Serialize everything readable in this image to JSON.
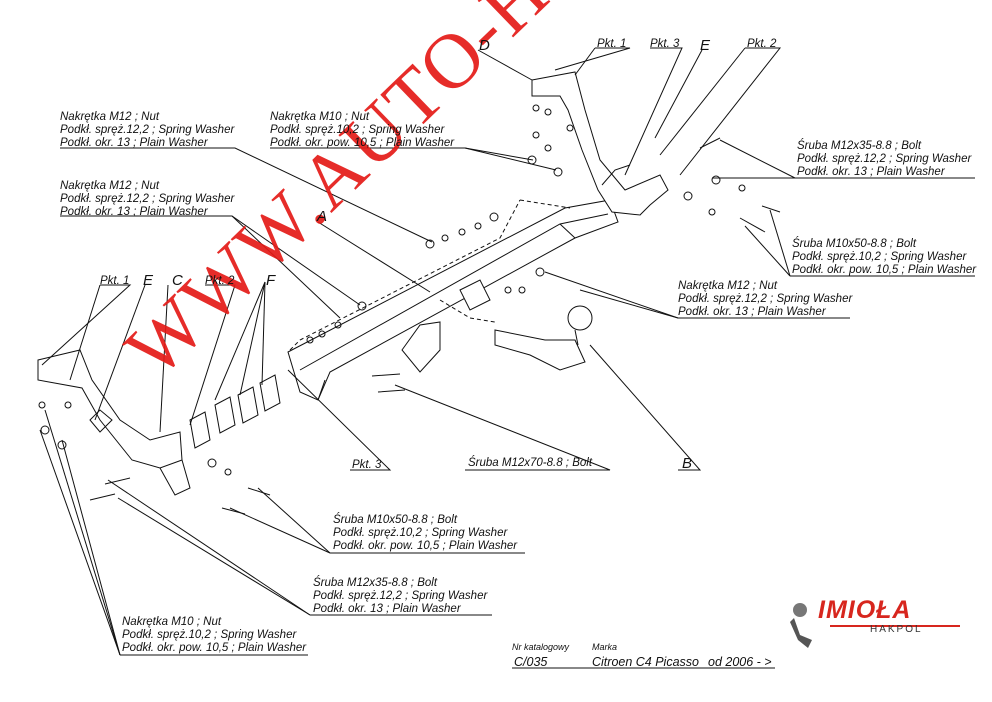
{
  "watermark": "WWW.AUTO-HAK.RO",
  "letters": {
    "A": "A",
    "B": "B",
    "C": "C",
    "D": "D",
    "E_top": "E",
    "E_left": "E",
    "F": "F",
    "pkt3_bottom": "Pkt. 3"
  },
  "pkts": {
    "pkt1_top": "Pkt. 1",
    "pkt3_top": "Pkt. 3",
    "pkt2_top": "Pkt. 2",
    "pkt1_left": "Pkt. 1",
    "pkt2_left": "Pkt. 2"
  },
  "labels": {
    "nut_m12_a": [
      "Nakrętka  M12 ; Nut",
      "Podkł. spręż.12,2 ; Spring Washer",
      "Podkł. okr. 13 ; Plain Washer"
    ],
    "nut_m10_top": [
      "Nakrętka  M10 ; Nut",
      "Podkł. spręż.10,2 ; Spring Washer",
      "Podkł. okr. pow. 10,5 ; Plain Washer"
    ],
    "nut_m12_b": [
      "Nakrętka  M12 ; Nut",
      "Podkł. spręż.12,2 ; Spring Washer",
      "Podkł. okr. 13 ; Plain Washer"
    ],
    "bolt_m12x35_right": [
      "Śruba M12x35-8.8 ;  Bolt",
      "Podkł. spręż.12,2 ; Spring Washer",
      "Podkł. okr. 13 ; Plain Washer"
    ],
    "bolt_m10x50_right": [
      "Śruba M10x50-8.8 ;  Bolt",
      "Podkł. spręż.10,2 ; Spring Washer",
      "Podkł. okr. pow. 10,5 ; Plain Washer"
    ],
    "nut_m12_right": [
      "Nakrętka  M12 ; Nut",
      "Podkł. spręż.12,2 ; Spring Washer",
      "Podkł. okr. 13 ; Plain Washer"
    ],
    "bolt_m12x70": [
      "Śruba M12x70-8.8 ;  Bolt"
    ],
    "bolt_m10x50_bottom": [
      "Śruba M10x50-8.8 ;  Bolt",
      "Podkł. spręż.10,2 ; Spring Washer",
      "Podkł. okr. pow. 10,5 ; Plain Washer"
    ],
    "bolt_m12x35_bottom": [
      "Śruba M12x35-8.8 ;  Bolt",
      "Podkł. spręż.12,2 ; Spring Washer",
      "Podkł. okr. 13 ; Plain Washer"
    ],
    "nut_m10_left": [
      "Nakrętka  M10 ; Nut",
      "Podkł. spręż.10,2 ; Spring Washer",
      "Podkł. okr. pow. 10,5 ; Plain Washer"
    ]
  },
  "footer": {
    "catalog_label": "Nr katalogowy",
    "catalog_value": "C/035",
    "brand_label": "Marka",
    "brand_value": "Citroen C4 Picasso",
    "from_value": "od 2006 - >"
  },
  "logo": {
    "word": "IMIOŁA",
    "sub": "HAKPOL",
    "color": "#d7261e"
  },
  "colors": {
    "watermark": "#e41b17",
    "line": "#111111"
  }
}
